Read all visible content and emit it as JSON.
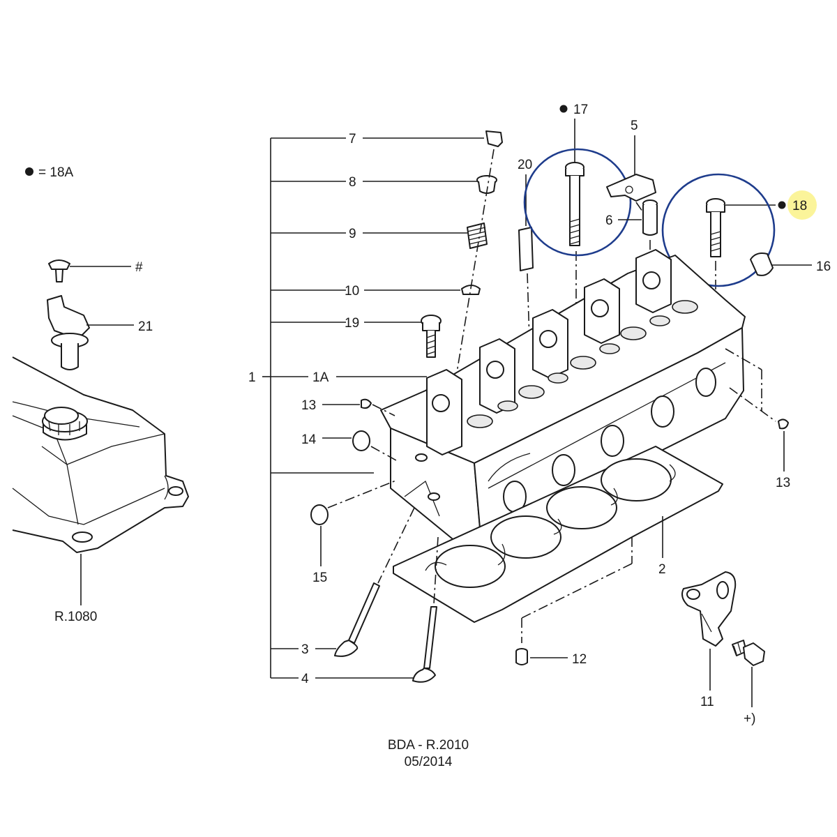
{
  "legend": {
    "bullet_note": "= 18A"
  },
  "callouts": {
    "c1": "1",
    "c1a": "1A",
    "c2": "2",
    "c3": "3",
    "c4": "4",
    "c5": "5",
    "c6": "6",
    "c7": "7",
    "c8": "8",
    "c9": "9",
    "c10": "10",
    "c11": "11",
    "c12": "12",
    "c13a": "13",
    "c13b": "13",
    "c14": "14",
    "c15": "15",
    "c16": "16",
    "c17": "17",
    "c18": "18",
    "c19": "19",
    "c20": "20",
    "c21": "21",
    "hash": "#",
    "plus": "+)"
  },
  "reference": {
    "cover_ref": "R.1080"
  },
  "footer": {
    "line1": "BDA - R.2010",
    "line2": "05/2014"
  },
  "colors": {
    "circle": "#1e3c8c",
    "highlight": "#fbf49a",
    "ink": "#1a1a1a"
  }
}
